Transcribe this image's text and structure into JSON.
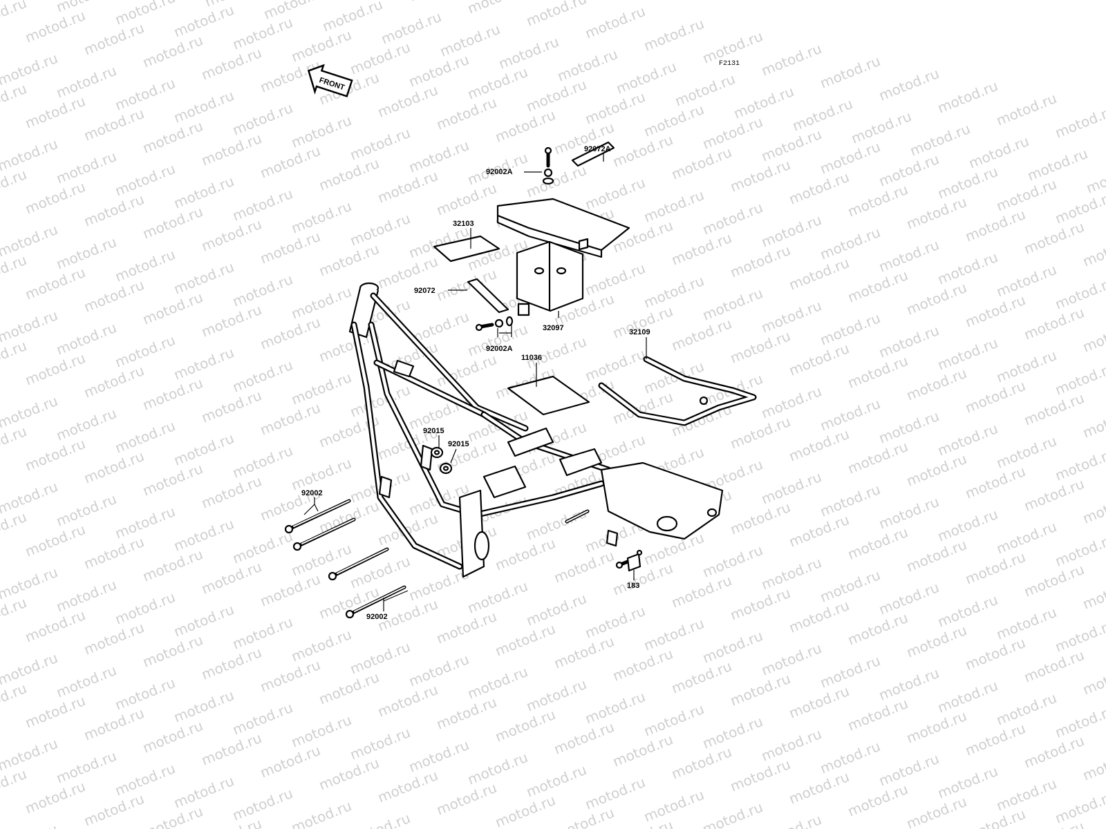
{
  "watermark": "motod.ru",
  "diagram_code": "F2131",
  "front_label": "FRONT",
  "parts": {
    "p92072A": "92072A",
    "p92002A_top": "92002A",
    "p32103": "32103",
    "p92072": "92072",
    "p32097": "32097",
    "p92002A_bottom": "92002A",
    "p32109": "32109",
    "p11036": "11036",
    "p92015_a": "92015",
    "p92015_b": "92015",
    "p92002_top": "92002",
    "p92002_bottom": "92002",
    "p183": "183"
  }
}
